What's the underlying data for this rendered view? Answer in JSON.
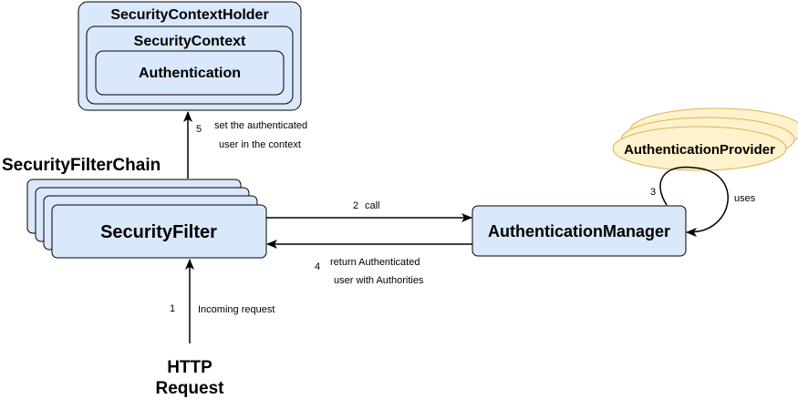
{
  "diagram": {
    "holder_label": "SecurityContextHolder",
    "context_label": "SecurityContext",
    "authentication_label": "Authentication",
    "chain_label": "SecurityFilterChain",
    "filter_label": "SecurityFilter",
    "manager_label": "AuthenticationManager",
    "provider_label": "AuthenticationProvider",
    "request_line1": "HTTP",
    "request_line2": "Request",
    "step1_number": "1",
    "step1_text": "Incoming request",
    "step2_number": "2",
    "step2_text": "call",
    "step3_number": "3",
    "step3_text": "uses",
    "step4_number": "4",
    "step4_line1": "return Authenticated",
    "step4_line2": "user with Authorities",
    "step5_number": "5",
    "step5_line1": "set the authenticated",
    "step5_line2": "user in the context"
  },
  "colors": {
    "box_fill": "#dae8fc",
    "provider_fill": "#fff2cc",
    "provider_stroke": "#d6b656",
    "line": "#000000"
  }
}
